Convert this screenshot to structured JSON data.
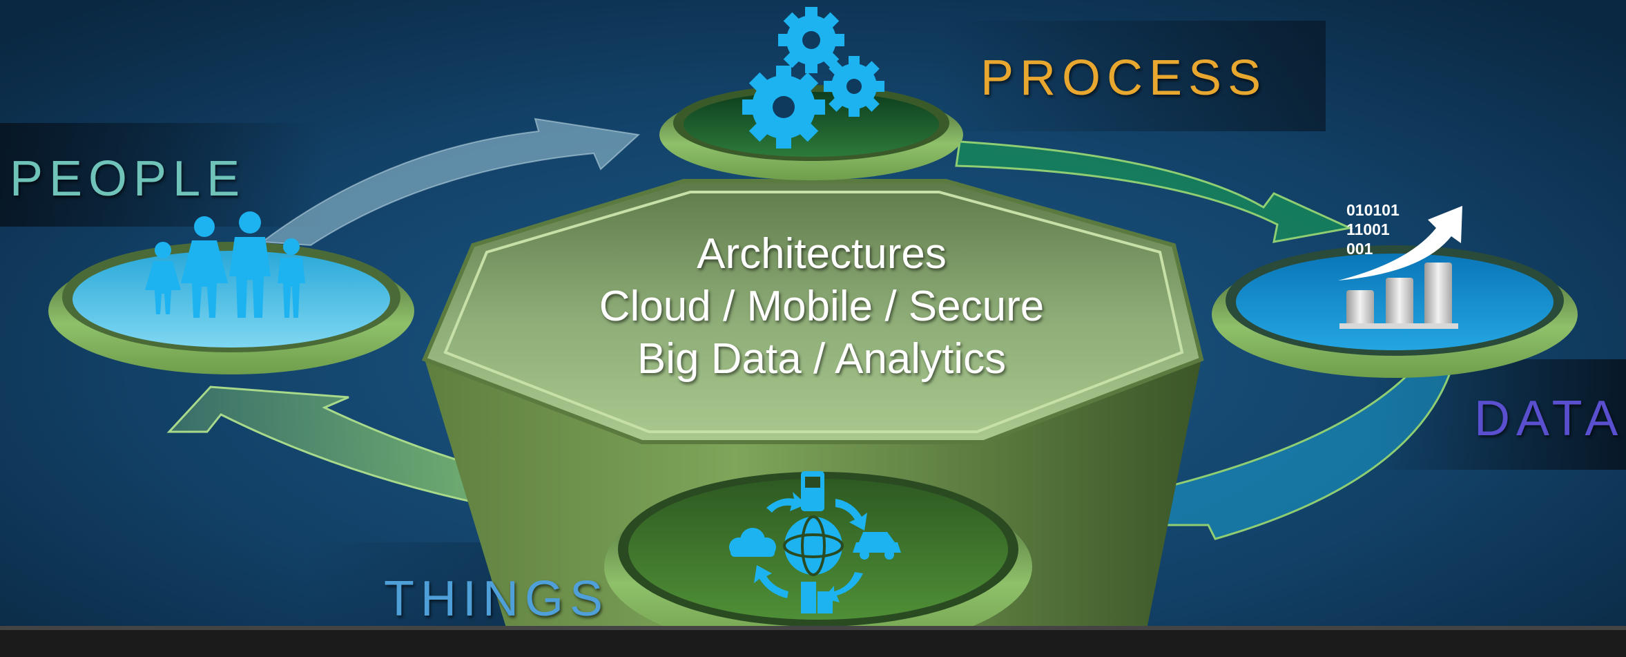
{
  "diagram": {
    "center": {
      "lines": [
        "Architectures",
        "Cloud / Mobile / Secure",
        "Big Data / Analytics"
      ]
    },
    "nodes": {
      "people": {
        "label": "PEOPLE",
        "color": "#6fc3b8",
        "icon": "family-icon"
      },
      "process": {
        "label": "PROCESS",
        "color": "#e8a830",
        "icon": "gears-icon"
      },
      "data": {
        "label": "DATA",
        "color": "#5a4fcf",
        "icon": "bar-chart-icon",
        "binary": [
          "010101",
          "11001",
          "001"
        ]
      },
      "things": {
        "label": "THINGS",
        "color": "#4f9fd8",
        "icon": "connected-devices-icon"
      }
    },
    "colors": {
      "accent_icon": "#1cb3f0",
      "platform_green": "#8fbf6a",
      "background": "#0f3a5e"
    }
  }
}
